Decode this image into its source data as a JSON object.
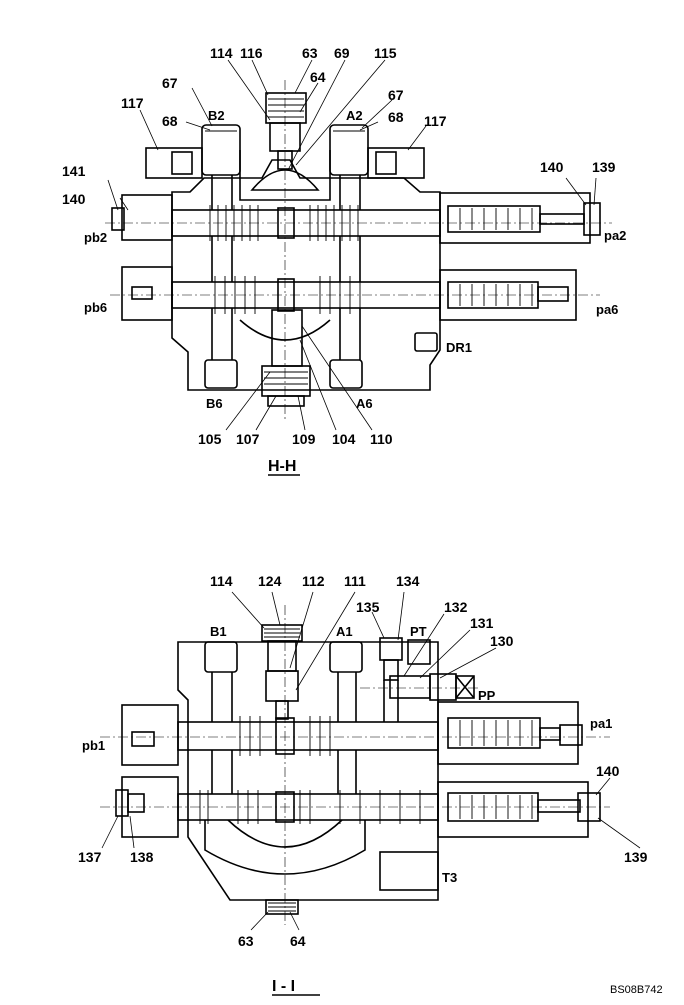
{
  "sections": {
    "hh": {
      "title": "H-H",
      "callouts": [
        "114",
        "116",
        "63",
        "69",
        "115",
        "64",
        "67",
        "67",
        "117",
        "68",
        "68",
        "117",
        "141",
        "140",
        "140",
        "139",
        "105",
        "107",
        "109",
        "104",
        "110"
      ],
      "ports": [
        "B2",
        "A2",
        "pb2",
        "pa2",
        "pb6",
        "pa6",
        "DR1",
        "B6",
        "A6"
      ]
    },
    "ii": {
      "title": "I - I",
      "callouts": [
        "114",
        "124",
        "112",
        "111",
        "134",
        "135",
        "132",
        "131",
        "130",
        "140",
        "137",
        "138",
        "139",
        "63",
        "64"
      ],
      "ports": [
        "B1",
        "A1",
        "PT",
        "PP",
        "pb1",
        "pa1",
        "T3"
      ]
    }
  },
  "drawing_code": "BS08B742"
}
